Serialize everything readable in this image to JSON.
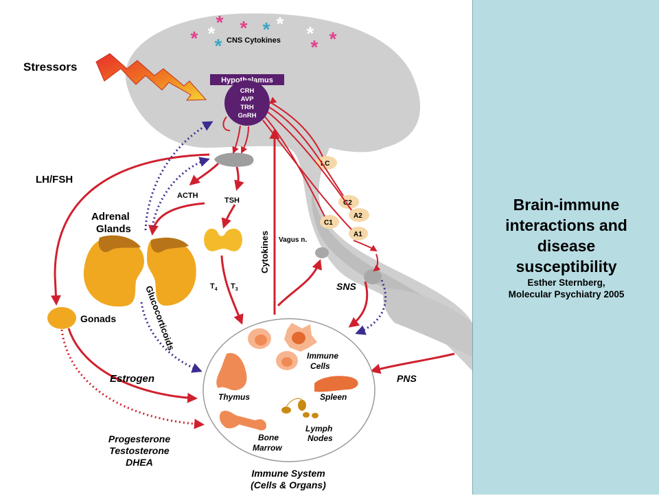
{
  "diagram": {
    "cns_cytokines": "CNS Cytokines",
    "stressors": "Stressors",
    "hypothalamus": "Hypothalamus",
    "hypo_hormones": [
      "CRH",
      "AVP",
      "TRH",
      "GnRH"
    ],
    "lc": "LC",
    "c2": "C2",
    "a2": "A2",
    "c1": "C1",
    "a1": "A1",
    "vagus": "Vagus n.",
    "lh_fsh": "LH/FSH",
    "acth": "ACTH",
    "tsh": "TSH",
    "cytokines": "Cytokines",
    "adrenal_line1": "Adrenal",
    "adrenal_line2": "Glands",
    "glucocorticoids": "Glucocorticoids",
    "t4": "T",
    "t4_sub": "4",
    "t3": "T",
    "t3_sub": "3",
    "sns": "SNS",
    "gonads": "Gonads",
    "estrogen": "Estrogen",
    "pns": "PNS",
    "immune_line1": "Immune",
    "immune_line2": "Cells",
    "thymus": "Thymus",
    "spleen": "Spleen",
    "lymph_line1": "Lymph",
    "lymph_line2": "Nodes",
    "bone_line1": "Bone",
    "bone_line2": "Marrow",
    "sex_steroids": [
      "Progesterone",
      "Testosterone",
      "DHEA"
    ],
    "immune_system_line1": "Immune System",
    "immune_system_line2": "(Cells & Organs)"
  },
  "panel": {
    "title_lines": [
      "Brain-immune",
      "interactions and",
      "disease",
      "susceptibility"
    ],
    "author": "Esther Sternberg,",
    "source": "Molecular Psychiatry 2005"
  },
  "colors": {
    "panel_bg": "#b7dde3",
    "arrow_red": "#d0202e",
    "arrow_blue": "#3a2d8f",
    "hypothalamus": "#5a1f6e",
    "brain_gray": "#cfcfcf",
    "organ_orange": "#f0a821",
    "immune_salmon": "#f08a55"
  }
}
